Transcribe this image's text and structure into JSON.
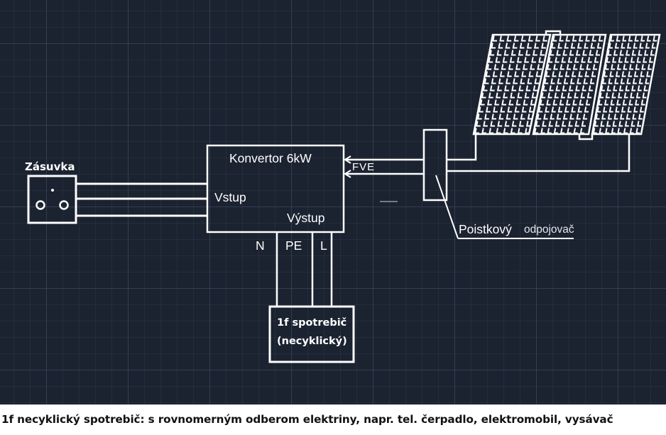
{
  "diagram": {
    "socket": {
      "label": "Zásuvka"
    },
    "converter": {
      "title": "Konvertor 6kW",
      "input_label": "Vstup",
      "output_label": "Výstup"
    },
    "output_wires": [
      {
        "label": "N"
      },
      {
        "label": "PE"
      },
      {
        "label": "L"
      }
    ],
    "pv_input_label": "FVE",
    "fuse_disconnector": {
      "label_main": "Poistkový",
      "label_secondary": "odpojovač"
    },
    "consumer": {
      "line1": "1f spotrebič",
      "line2": "(necyklický)"
    },
    "solar_panels": {
      "count": 3
    }
  },
  "caption": "1f necyklický spotrebič: s rovnomerným odberom elektriny, napr. tel. čerpadlo, elektromobil, vysávač",
  "colors": {
    "background": "#1b2230",
    "stroke": "#ffffff",
    "caption_background": "#ffffff",
    "caption_text": "#111111"
  }
}
